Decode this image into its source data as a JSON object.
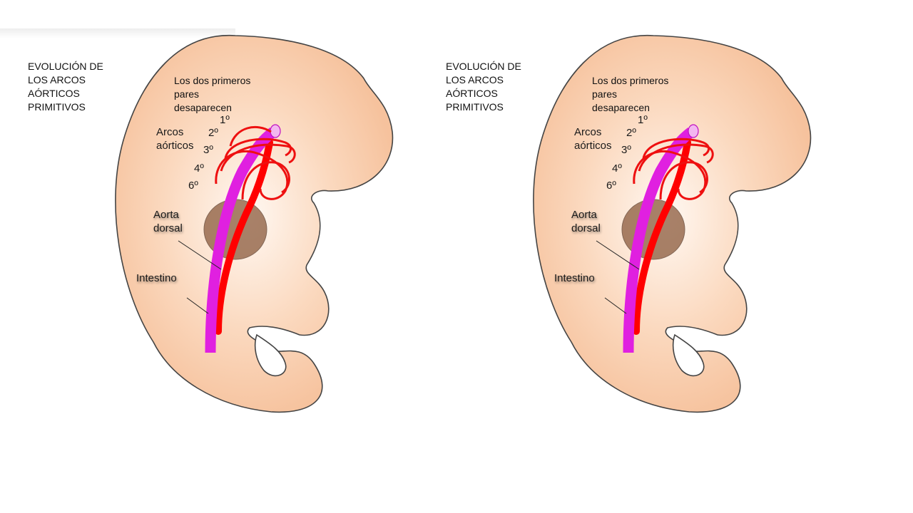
{
  "panels": [
    {
      "title": "EVOLUCIÓN DE\nLOS ARCOS\nAÓRTICOS\nPRIMITIVOS",
      "note": "Los dos primeros\npares\ndesaparecen",
      "labels": {
        "arcos": "Arcos\naórticos",
        "aorta": "Aorta\ndorsal",
        "intestino": "Intestino"
      },
      "arch_numbers": [
        "1º",
        "2º",
        "3º",
        "4º",
        "6º"
      ]
    },
    {
      "title": "EVOLUCIÓN DE\nLOS ARCOS\nAÓRTICOS\nPRIMITIVOS",
      "note": "Los dos primeros\npares\ndesaparecen",
      "labels": {
        "arcos": "Arcos\naórticos",
        "aorta": "Aorta\ndorsal",
        "intestino": "Intestino"
      },
      "arch_numbers": [
        "1º",
        "2º",
        "3º",
        "4º",
        "6º"
      ]
    }
  ],
  "colors": {
    "embryo_fill": "#f8c9a4",
    "embryo_glow": "#fff6ef",
    "outline": "#444444",
    "intestine": "#e020e0",
    "aorta": "#ff0000",
    "heart": "#8b5a3c"
  }
}
